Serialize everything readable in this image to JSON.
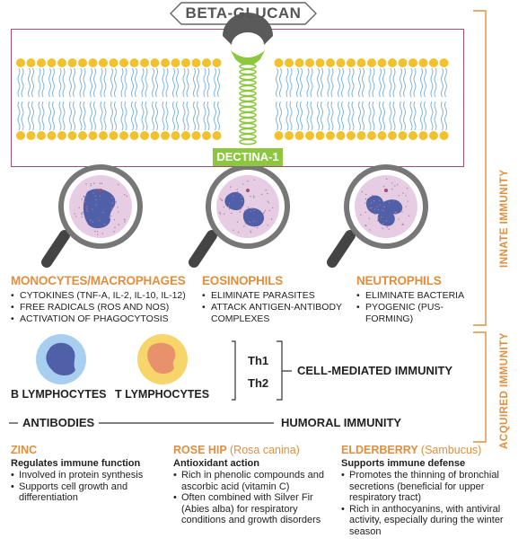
{
  "receptor": {
    "ligand": "BETA-GLUCAN",
    "receptor_name": "DECTINA-1"
  },
  "cells": [
    {
      "title": "MONOCYTES/MACROPHAGES",
      "bullets": [
        "CYTOKINES (TNF-A, IL-2, IL-10, IL-12)",
        "FREE RADICALS (ROS AND NOS)",
        "ACTIVATION OF PHAGOCYTOSIS"
      ]
    },
    {
      "title": "EOSINOPHILS",
      "bullets": [
        "ELIMINATE PARASITES",
        "ATTACK ANTIGEN-ANTIBODY COMPLEXES"
      ]
    },
    {
      "title": "NEUTROPHILS",
      "bullets": [
        "ELIMINATE BACTERIA",
        "PYOGENIC (PUS-FORMING)"
      ]
    }
  ],
  "lymphocytes": {
    "b_label": "B LYMPHOCYTES",
    "t_label": "T LYMPHOCYTES",
    "th1": "Th1",
    "th2": "Th2",
    "cell_mediated": "CELL-MEDIATED IMMUNITY",
    "antibodies": "ANTIBODIES",
    "humoral": "HUMORAL IMMUNITY"
  },
  "side_labels": {
    "innate": "INNATE IMMUNITY",
    "acquired": "ACQUIRED IMMUNITY"
  },
  "herbs": [
    {
      "title": "ZINC",
      "latin": "",
      "subtitle": "Regulates immune function",
      "bullets": [
        "Involved in protein synthesis",
        "Supports cell growth and differentiation"
      ]
    },
    {
      "title": "ROSE HIP",
      "latin": "(Rosa canina)",
      "subtitle": "Antioxidant action",
      "bullets": [
        "Rich in phenolic compounds and ascorbic acid (vitamin C)",
        "Often combined with Silver Fir (Abies alba) for respiratory conditions and growth disorders"
      ]
    },
    {
      "title": "ELDERBERRY",
      "latin": "(Sambucus)",
      "subtitle": "Supports immune defense",
      "bullets": [
        "Promotes the thinning of bronchial secretions (beneficial for upper respiratory tract)",
        "Rich in anthocyanins, with antiviral activity, especially during the winter season"
      ]
    }
  ],
  "colors": {
    "accent": "#e08f3e",
    "membrane_border": "#9b4f72",
    "lipid_head": "#f2c12e",
    "lipid_tail": "#7fb5e0",
    "receptor_green": "#8dc63f",
    "nucleus": "#4f5fa8",
    "cytoplasm": "#e7cde3",
    "t_cell_cyto": "#f6d56a",
    "t_cell_nucleus": "#e8916a",
    "b_cell_cyto": "#a8cff0"
  }
}
